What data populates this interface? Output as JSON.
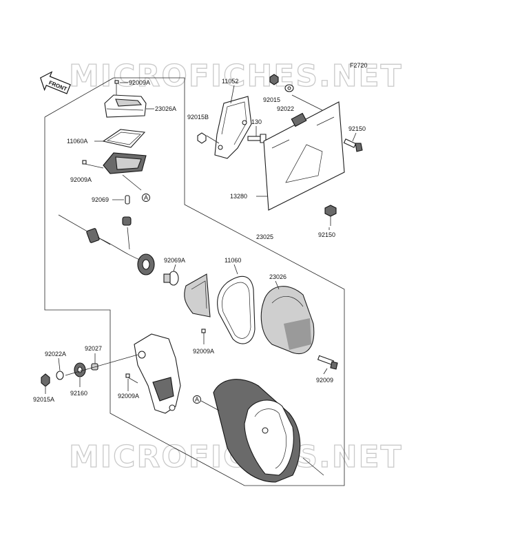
{
  "diagram": {
    "code": "F2720",
    "front_label": "FRONT",
    "watermark": "MICROFICHES.NET",
    "callout_letter": "A",
    "parts": {
      "p92009A_top": "92009A",
      "p23026A": "23026A",
      "p11060A": "11060A",
      "p92009A_mid": "92009A",
      "p92069": "92069",
      "p11052": "11052",
      "p92015": "92015",
      "p92022": "92022",
      "p92015B": "92015B",
      "p130": "130",
      "p92150_top": "92150",
      "p13280": "13280",
      "p92150_bot": "92150",
      "p23025": "23025",
      "p92069A": "92069A",
      "p11060": "11060",
      "p23026": "23026",
      "p92009A_low": "92009A",
      "p92009": "92009",
      "p92022A": "92022A",
      "p92027": "92027",
      "p92015A": "92015A",
      "p92160": "92160",
      "p92009A_bot": "92009A"
    }
  }
}
